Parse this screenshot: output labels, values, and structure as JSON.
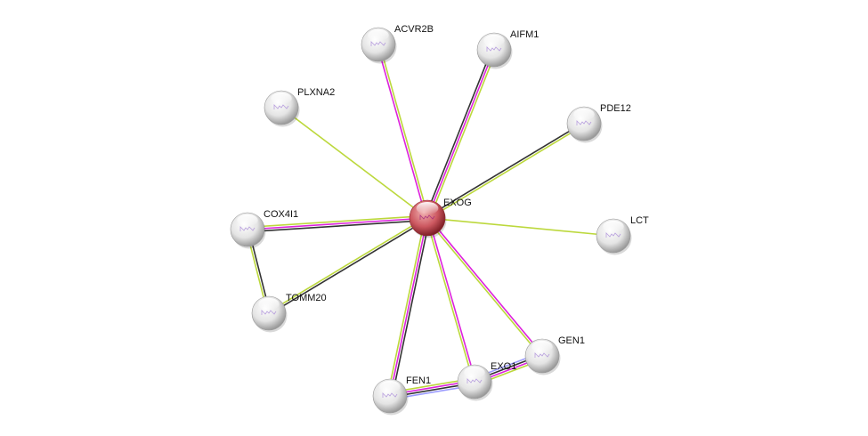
{
  "network": {
    "edge_colors": {
      "coexpression": "#333333",
      "experiments": "#dd22dd",
      "textmining": "#bcd83c",
      "homology": "#9a9aff"
    },
    "nodes": [
      {
        "id": "EXOG",
        "label": "EXOG",
        "query": true,
        "color": "#c9545a"
      },
      {
        "id": "ACVR2B",
        "label": "ACVR2B",
        "query": false,
        "color": "#e6e6e6"
      },
      {
        "id": "AIFM1",
        "label": "AIFM1",
        "query": false,
        "color": "#e6e6e6"
      },
      {
        "id": "PLXNA2",
        "label": "PLXNA2",
        "query": false,
        "color": "#e6e6e6"
      },
      {
        "id": "PDE12",
        "label": "PDE12",
        "query": false,
        "color": "#e6e6e6"
      },
      {
        "id": "COX4I1",
        "label": "COX4I1",
        "query": false,
        "color": "#e6e6e6"
      },
      {
        "id": "LCT",
        "label": "LCT",
        "query": false,
        "color": "#e6e6e6"
      },
      {
        "id": "TOMM20",
        "label": "TOMM20",
        "query": false,
        "color": "#e6e6e6"
      },
      {
        "id": "GEN1",
        "label": "GEN1",
        "query": false,
        "color": "#e6e6e6"
      },
      {
        "id": "EXO1",
        "label": "EXO1",
        "query": false,
        "color": "#e6e6e6"
      },
      {
        "id": "FEN1",
        "label": "FEN1",
        "query": false,
        "color": "#e6e6e6"
      }
    ],
    "edges": [
      {
        "a": "EXOG",
        "b": "ACVR2B",
        "types": [
          "experiments",
          "textmining"
        ]
      },
      {
        "a": "EXOG",
        "b": "AIFM1",
        "types": [
          "coexpression",
          "experiments",
          "textmining"
        ]
      },
      {
        "a": "EXOG",
        "b": "PLXNA2",
        "types": [
          "textmining"
        ]
      },
      {
        "a": "EXOG",
        "b": "PDE12",
        "types": [
          "coexpression",
          "textmining"
        ]
      },
      {
        "a": "EXOG",
        "b": "COX4I1",
        "types": [
          "coexpression",
          "experiments",
          "textmining"
        ]
      },
      {
        "a": "EXOG",
        "b": "LCT",
        "types": [
          "textmining"
        ]
      },
      {
        "a": "EXOG",
        "b": "TOMM20",
        "types": [
          "coexpression",
          "textmining"
        ]
      },
      {
        "a": "EXOG",
        "b": "GEN1",
        "types": [
          "experiments",
          "textmining"
        ]
      },
      {
        "a": "EXOG",
        "b": "EXO1",
        "types": [
          "experiments",
          "textmining"
        ]
      },
      {
        "a": "EXOG",
        "b": "FEN1",
        "types": [
          "coexpression",
          "experiments",
          "textmining"
        ]
      },
      {
        "a": "COX4I1",
        "b": "TOMM20",
        "types": [
          "coexpression",
          "textmining"
        ]
      },
      {
        "a": "FEN1",
        "b": "EXO1",
        "types": [
          "textmining",
          "experiments",
          "coexpression",
          "homology"
        ]
      },
      {
        "a": "EXO1",
        "b": "GEN1",
        "types": [
          "homology",
          "coexpression",
          "experiments",
          "textmining"
        ]
      }
    ]
  }
}
